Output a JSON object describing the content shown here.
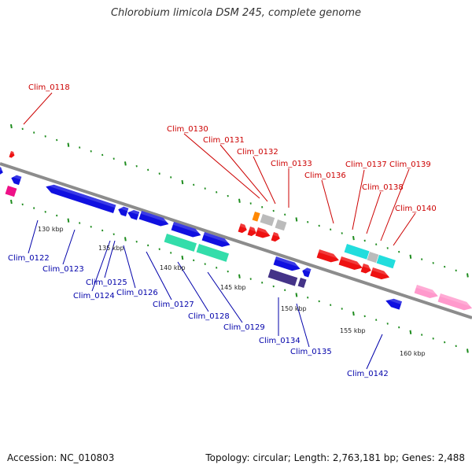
{
  "title": "Chlorobium limicola DSM 245, complete genome",
  "footer": {
    "accession": "Accession: NC_010803",
    "summary": "Topology: circular; Length: 2,763,181 bp; Genes: 2,488"
  },
  "colors": {
    "backbone": "#8c8c8c",
    "dots": "#1e8c1e",
    "label_top": "#cc0000",
    "label_bottom": "#0000aa",
    "blue": "#1010e0",
    "red": "#ee1111",
    "green": "#33ddaa",
    "cyan": "#22dddd",
    "navy": "#443388",
    "pink": "#ff99cc",
    "magenta": "#ee1188",
    "gray": "#bbbbbb",
    "orange": "#ff8800"
  },
  "ticks": [
    "130 kbp",
    "135 kbp",
    "140 kbp",
    "145 kbp",
    "150 kbp",
    "155 kbp",
    "160 kbp"
  ],
  "top_labels": [
    "Clim_0118",
    "Clim_0130",
    "Clim_0131",
    "Clim_0132",
    "Clim_0133",
    "Clim_0136",
    "Clim_0137",
    "Clim_0138",
    "Clim_0139",
    "Clim_0140"
  ],
  "bottom_labels": [
    "Clim_0122",
    "Clim_0123",
    "Clim_0125",
    "Clim_0124",
    "Clim_0126",
    "Clim_0127",
    "Clim_0128",
    "Clim_0129",
    "Clim_0134",
    "Clim_0135",
    "Clim_0142"
  ]
}
